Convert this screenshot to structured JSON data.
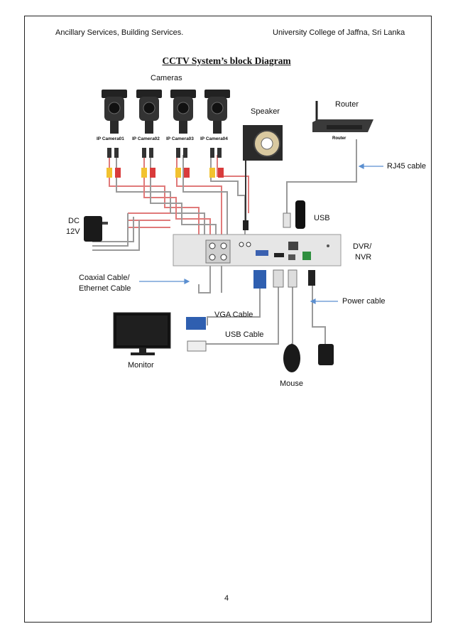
{
  "header": {
    "left": "Ancillary Services, Building Services.",
    "right": "University College of Jaffna, Sri Lanka"
  },
  "title": "CCTV System’s block Diagram",
  "diagram": {
    "cameras_label": "Cameras",
    "camera_tags": [
      "IP Camera01",
      "IP Camera02",
      "IP Camera03",
      "IP Camera04"
    ],
    "speaker_label": "Speaker",
    "router_label": "Router",
    "router_tag": "Router",
    "rj45_label": "RJ45 cable",
    "usb_label": "USB",
    "dc_label_1": "DC",
    "dc_label_2": "12V",
    "dvr_label_1": "DVR/",
    "dvr_label_2": "NVR",
    "coax_label_1": "Coaxial Cable/",
    "coax_label_2": "Ethernet Cable",
    "power_label": "Power cable",
    "vga_label": "VGA Cable",
    "usbcable_label": "USB Cable",
    "monitor_label": "Monitor",
    "mouse_label": "Mouse"
  },
  "page_number": "4",
  "colors": {
    "cable_gray": "#9a9a9a",
    "cable_red": "#e07a7a",
    "arrow_blue": "#5b8fd0",
    "vga_blue": "#2f5fb0",
    "dark": "#222222"
  }
}
